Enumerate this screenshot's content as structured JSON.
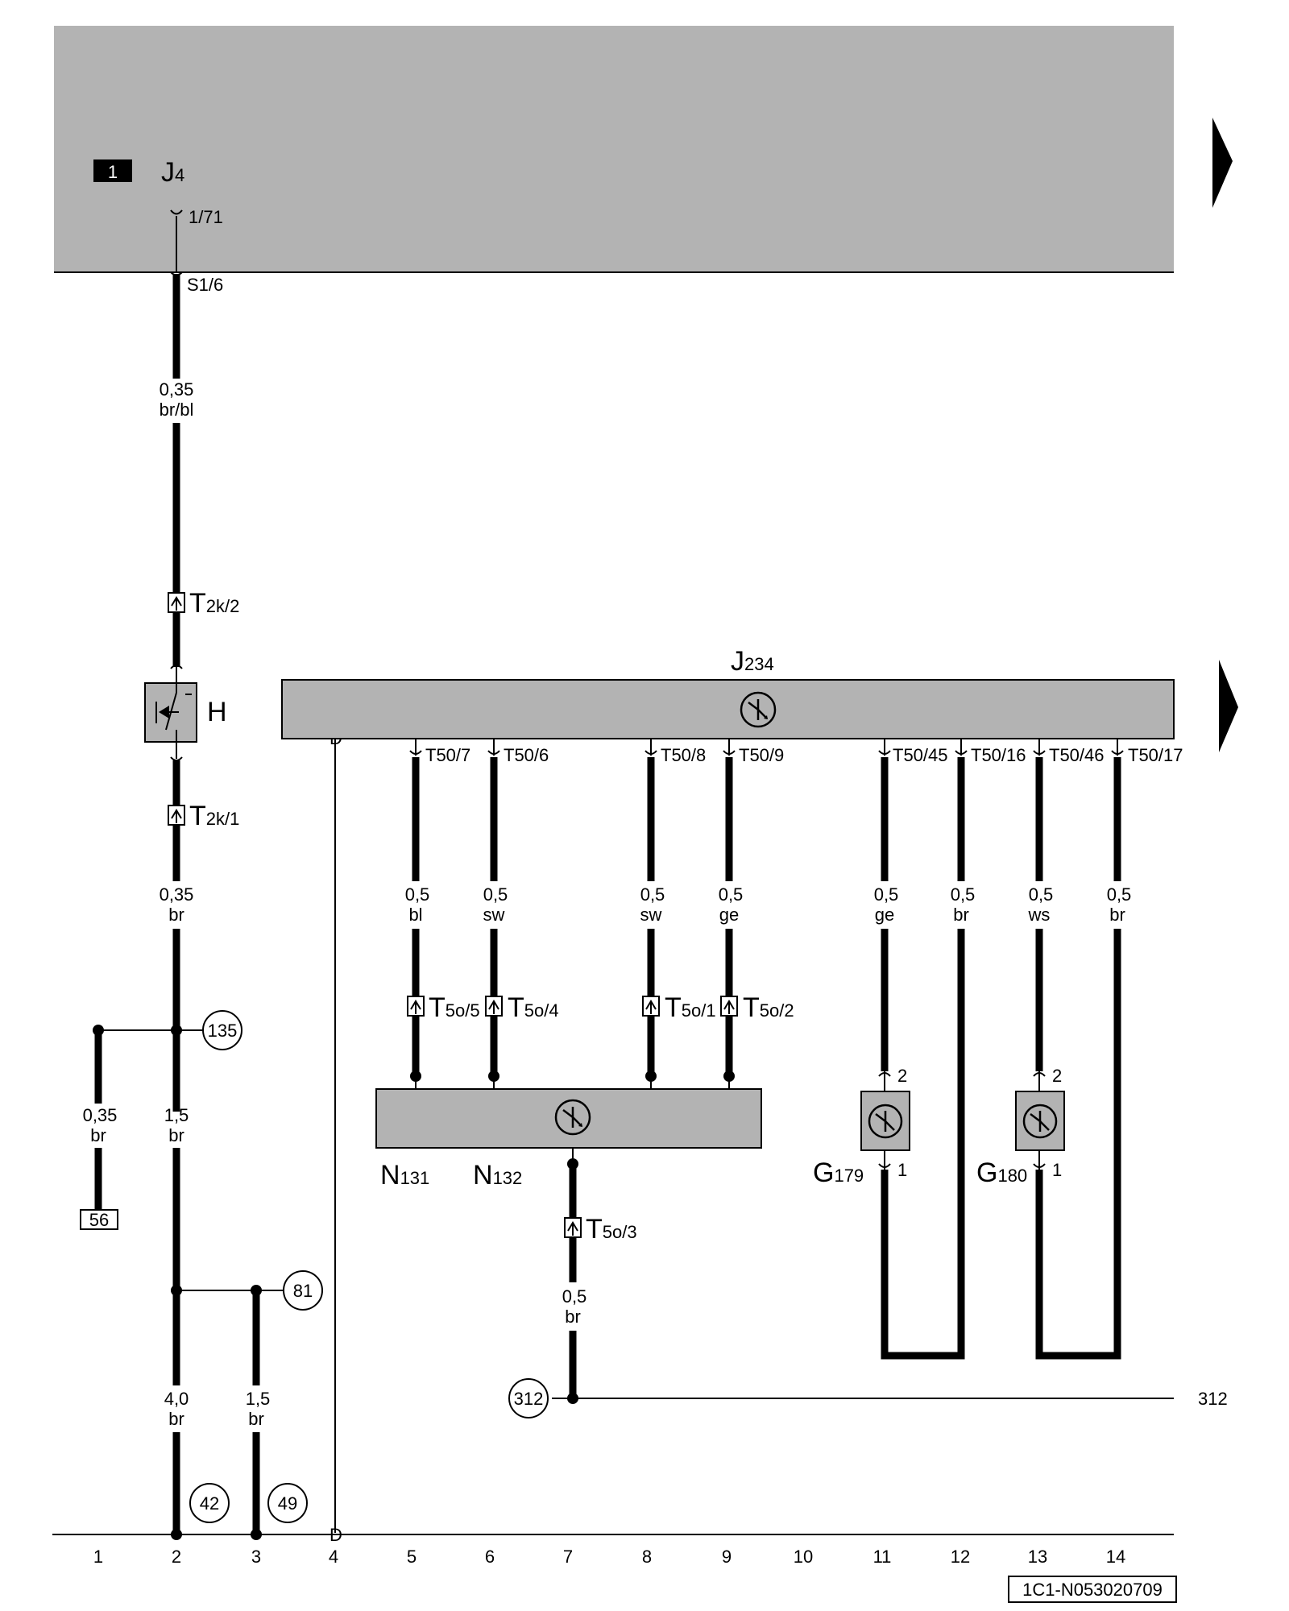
{
  "doc_code": "1C1-N053020709",
  "top_module": {
    "badge": "1",
    "letter": "J",
    "sub": "4",
    "pin": "1/71",
    "out_pin": "S1/6"
  },
  "columns": [
    "1",
    "2",
    "3",
    "4",
    "5",
    "6",
    "7",
    "8",
    "9",
    "10",
    "11",
    "12",
    "13",
    "14"
  ],
  "components": {
    "H": "H",
    "J234": {
      "letter": "J",
      "sub": "234"
    },
    "N131": {
      "letter": "N",
      "sub": "131"
    },
    "N132": {
      "letter": "N",
      "sub": "132"
    },
    "G179": {
      "letter": "G",
      "sub": "179"
    },
    "G180": {
      "letter": "G",
      "sub": "180"
    }
  },
  "connectors": {
    "t2k2": {
      "letter": "T",
      "sub": "2k/2"
    },
    "t2k1": {
      "letter": "T",
      "sub": "2k/1"
    },
    "t5o5": {
      "letter": "T",
      "sub": "5o/5"
    },
    "t5o4": {
      "letter": "T",
      "sub": "5o/4"
    },
    "t5o1": {
      "letter": "T",
      "sub": "5o/1"
    },
    "t5o2": {
      "letter": "T",
      "sub": "5o/2"
    },
    "t5o3": {
      "letter": "T",
      "sub": "5o/3"
    }
  },
  "j234_pins": [
    "T50/7",
    "T50/6",
    "T50/8",
    "T50/9",
    "T50/45",
    "T50/16",
    "T50/46",
    "T50/17"
  ],
  "sensor_pins": {
    "g179_top": "2",
    "g179_bot": "1",
    "g180_top": "2",
    "g180_bot": "1"
  },
  "wires": {
    "s1_6": {
      "size": "0,35",
      "color": "br/bl"
    },
    "h_out": {
      "size": "0,35",
      "color": "br"
    },
    "col1": {
      "size": "0,35",
      "color": "br"
    },
    "col2": {
      "size": "1,5",
      "color": "br"
    },
    "col2_low": {
      "size": "4,0",
      "color": "br"
    },
    "col3_low": {
      "size": "1,5",
      "color": "br"
    },
    "w5": {
      "size": "0,5",
      "color": "bl"
    },
    "w6": {
      "size": "0,5",
      "color": "sw"
    },
    "w8": {
      "size": "0,5",
      "color": "sw"
    },
    "w9": {
      "size": "0,5",
      "color": "ge"
    },
    "w11": {
      "size": "0,5",
      "color": "ge"
    },
    "w12": {
      "size": "0,5",
      "color": "br"
    },
    "w13": {
      "size": "0,5",
      "color": "ws"
    },
    "w14": {
      "size": "0,5",
      "color": "br"
    },
    "w7": {
      "size": "0,5",
      "color": "br"
    }
  },
  "refs": {
    "r135": "135",
    "r56": "56",
    "r81": "81",
    "r312": "312",
    "r312_end": "312",
    "r42": "42",
    "r49": "49"
  }
}
